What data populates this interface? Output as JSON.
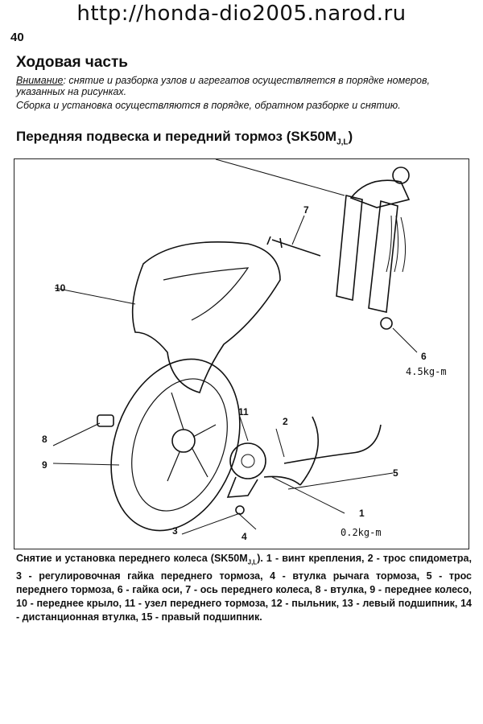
{
  "header": {
    "url": "http://honda-dio2005.narod.ru"
  },
  "page": {
    "number": "40"
  },
  "section": {
    "title": "Ходовая часть",
    "note_label": "Внимание",
    "note_text": ": снятие и разборка узлов и агрегатов осуществляется в порядке номеров, указанных на рисунках.",
    "note2": "Сборка и установка осуществляются в порядке, обратном разборке и снятию."
  },
  "subsection": {
    "title_main": "Передняя подвеска и передний тормоз (SK50M",
    "title_sub": "J,L",
    "title_end": ")"
  },
  "figure": {
    "callouts": [
      "1",
      "2",
      "3",
      "4",
      "5",
      "6",
      "7",
      "8",
      "9",
      "10",
      "11"
    ],
    "torques": [
      "4.5kg-m",
      "0.2kg-m"
    ]
  },
  "caption": {
    "prefix": "Снятие и установка переднего колеса (SK50M",
    "prefix_sub": "J,L",
    "text": "). 1 - винт крепления, 2 - трос спидометра, 3 - регулировочная гайка переднего тормоза, 4 - втулка рычага тормоза, 5 - трос переднего тормоза, 6 - гайка оси, 7 - ось переднего колеса, 8 - втулка, 9 - переднее колесо, 10 - переднее крыло, 11 - узел переднего тормоза, 12 - пыльник, 13 - левый подшипник, 14 - дистанционная втулка, 15 - правый подшипник."
  }
}
